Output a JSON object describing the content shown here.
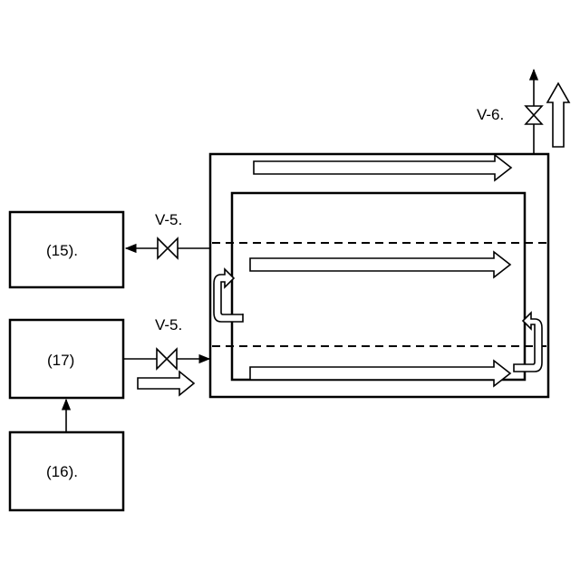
{
  "boxes": {
    "box_15": "(15).",
    "box_17": "(17)",
    "box_16": "(16)."
  },
  "valves": {
    "v5_upper": "V-5.",
    "v5_lower": "V-5.",
    "v6": "V-6."
  },
  "colors": {
    "line": "#000000",
    "background": "#ffffff"
  },
  "icons": {
    "valve": "bowtie-valve-icon",
    "flow": "hollow-flow-arrow-icon",
    "line_arrow": "solid-arrowhead-icon"
  }
}
